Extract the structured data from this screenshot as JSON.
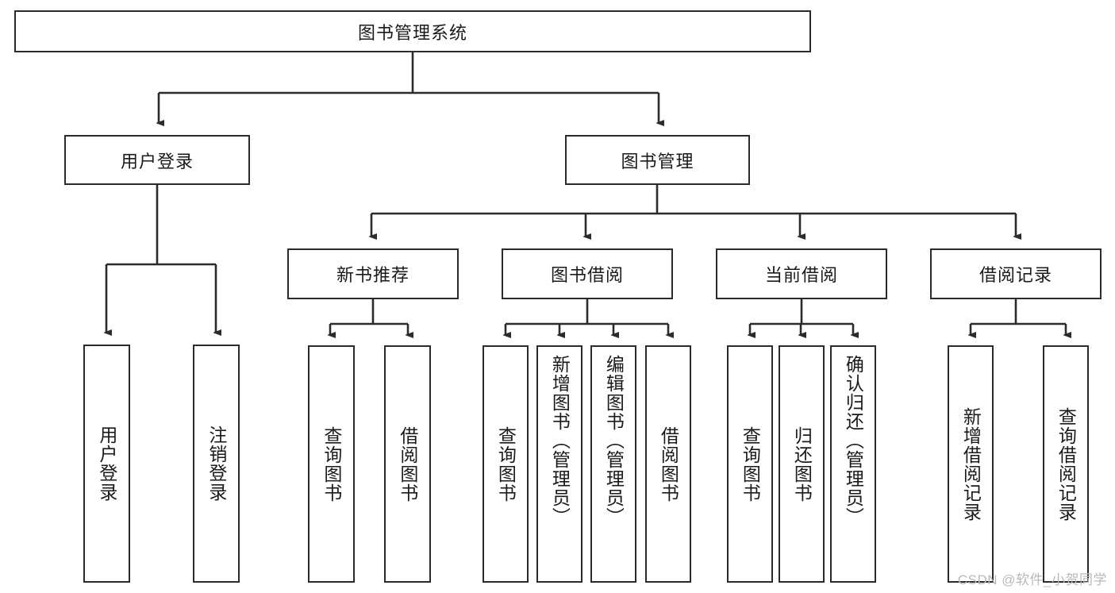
{
  "diagram": {
    "title": "图书管理系统",
    "watermark": "CSDN @软件_小贺同学",
    "colors": {
      "stroke": "#2b2b2b",
      "text": "#1a1a1a",
      "background": "#ffffff",
      "watermark": "#b9b9b9"
    },
    "root": {
      "label": "图书管理系统"
    },
    "level1": [
      {
        "label": "用户登录"
      },
      {
        "label": "图书管理"
      }
    ],
    "level2": [
      {
        "label": "新书推荐"
      },
      {
        "label": "图书借阅"
      },
      {
        "label": "当前借阅"
      },
      {
        "label": "借阅记录"
      }
    ],
    "leaves": {
      "user_login": [
        {
          "label": "用户登录"
        },
        {
          "label": "注销登录"
        }
      ],
      "new_book": [
        {
          "label": "查询图书"
        },
        {
          "label": "借阅图书"
        }
      ],
      "borrow_book": [
        {
          "label": "查询图书"
        },
        {
          "label": "新增图书（管理员）"
        },
        {
          "label": "编辑图书（管理员）"
        },
        {
          "label": "借阅图书"
        }
      ],
      "current_borrow": [
        {
          "label": "查询图书"
        },
        {
          "label": "归还图书"
        },
        {
          "label": "确认归还（管理员）"
        }
      ],
      "borrow_record": [
        {
          "label": "新增借阅记录"
        },
        {
          "label": "查询借阅记录"
        }
      ]
    }
  }
}
